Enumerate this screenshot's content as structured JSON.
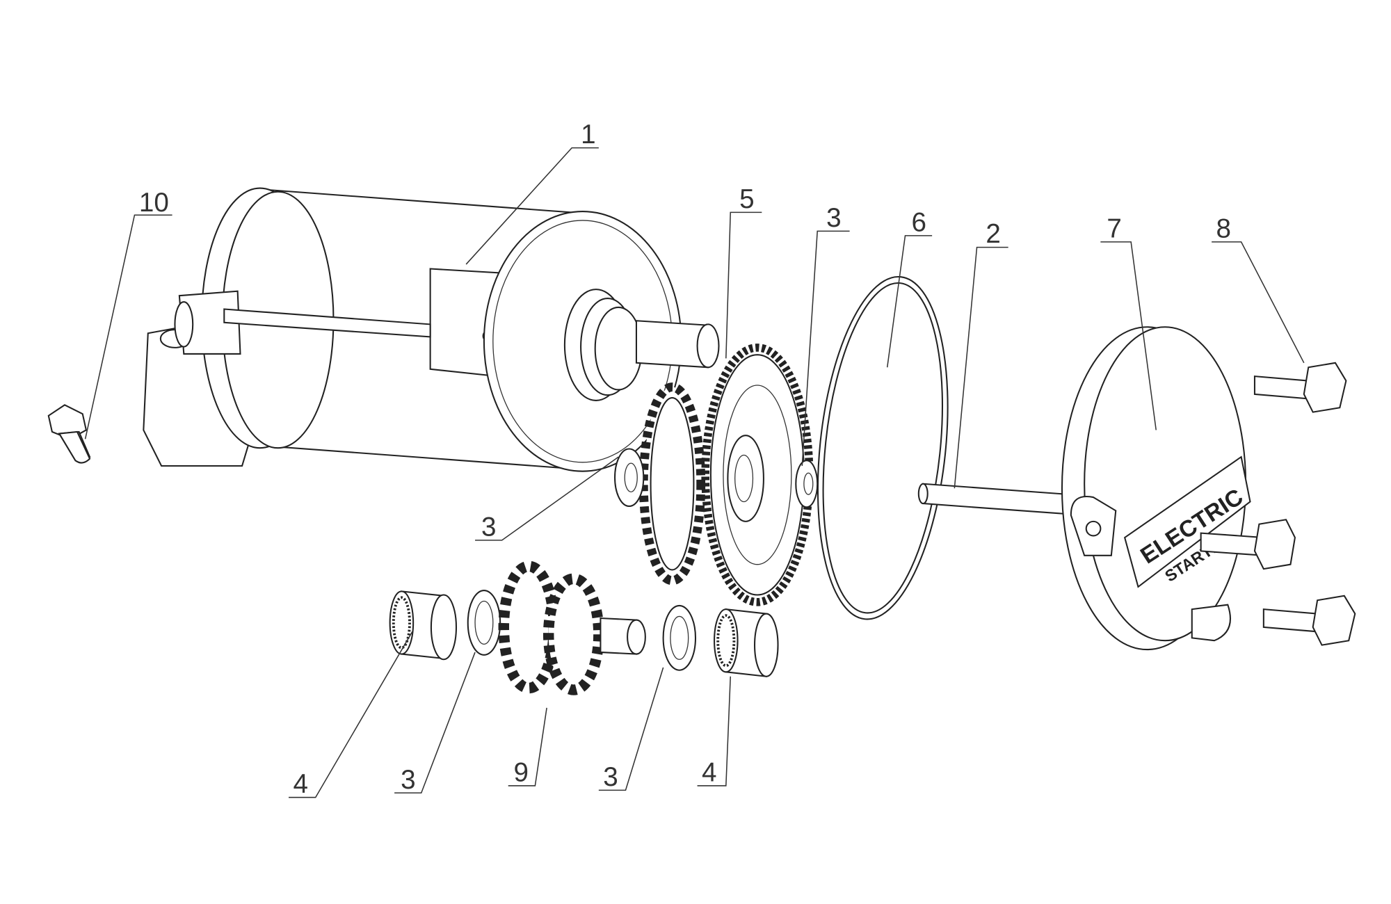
{
  "diagram": {
    "type": "exploded parts diagram",
    "colors": {
      "line": "#222222",
      "background": "#ffffff"
    },
    "cover_stamp": {
      "line1": "ELECTRIC",
      "line2": "STARTER"
    },
    "callouts": [
      {
        "id": "c10",
        "label": "10"
      },
      {
        "id": "c1",
        "label": "1"
      },
      {
        "id": "c5",
        "label": "5"
      },
      {
        "id": "c3a",
        "label": "3"
      },
      {
        "id": "c6",
        "label": "6"
      },
      {
        "id": "c2",
        "label": "2"
      },
      {
        "id": "c7",
        "label": "7"
      },
      {
        "id": "c8",
        "label": "8"
      },
      {
        "id": "c3b",
        "label": "3"
      },
      {
        "id": "c4a",
        "label": "4"
      },
      {
        "id": "c3c",
        "label": "3"
      },
      {
        "id": "c9",
        "label": "9"
      },
      {
        "id": "c3d",
        "label": "3"
      },
      {
        "id": "c4b",
        "label": "4"
      }
    ]
  }
}
